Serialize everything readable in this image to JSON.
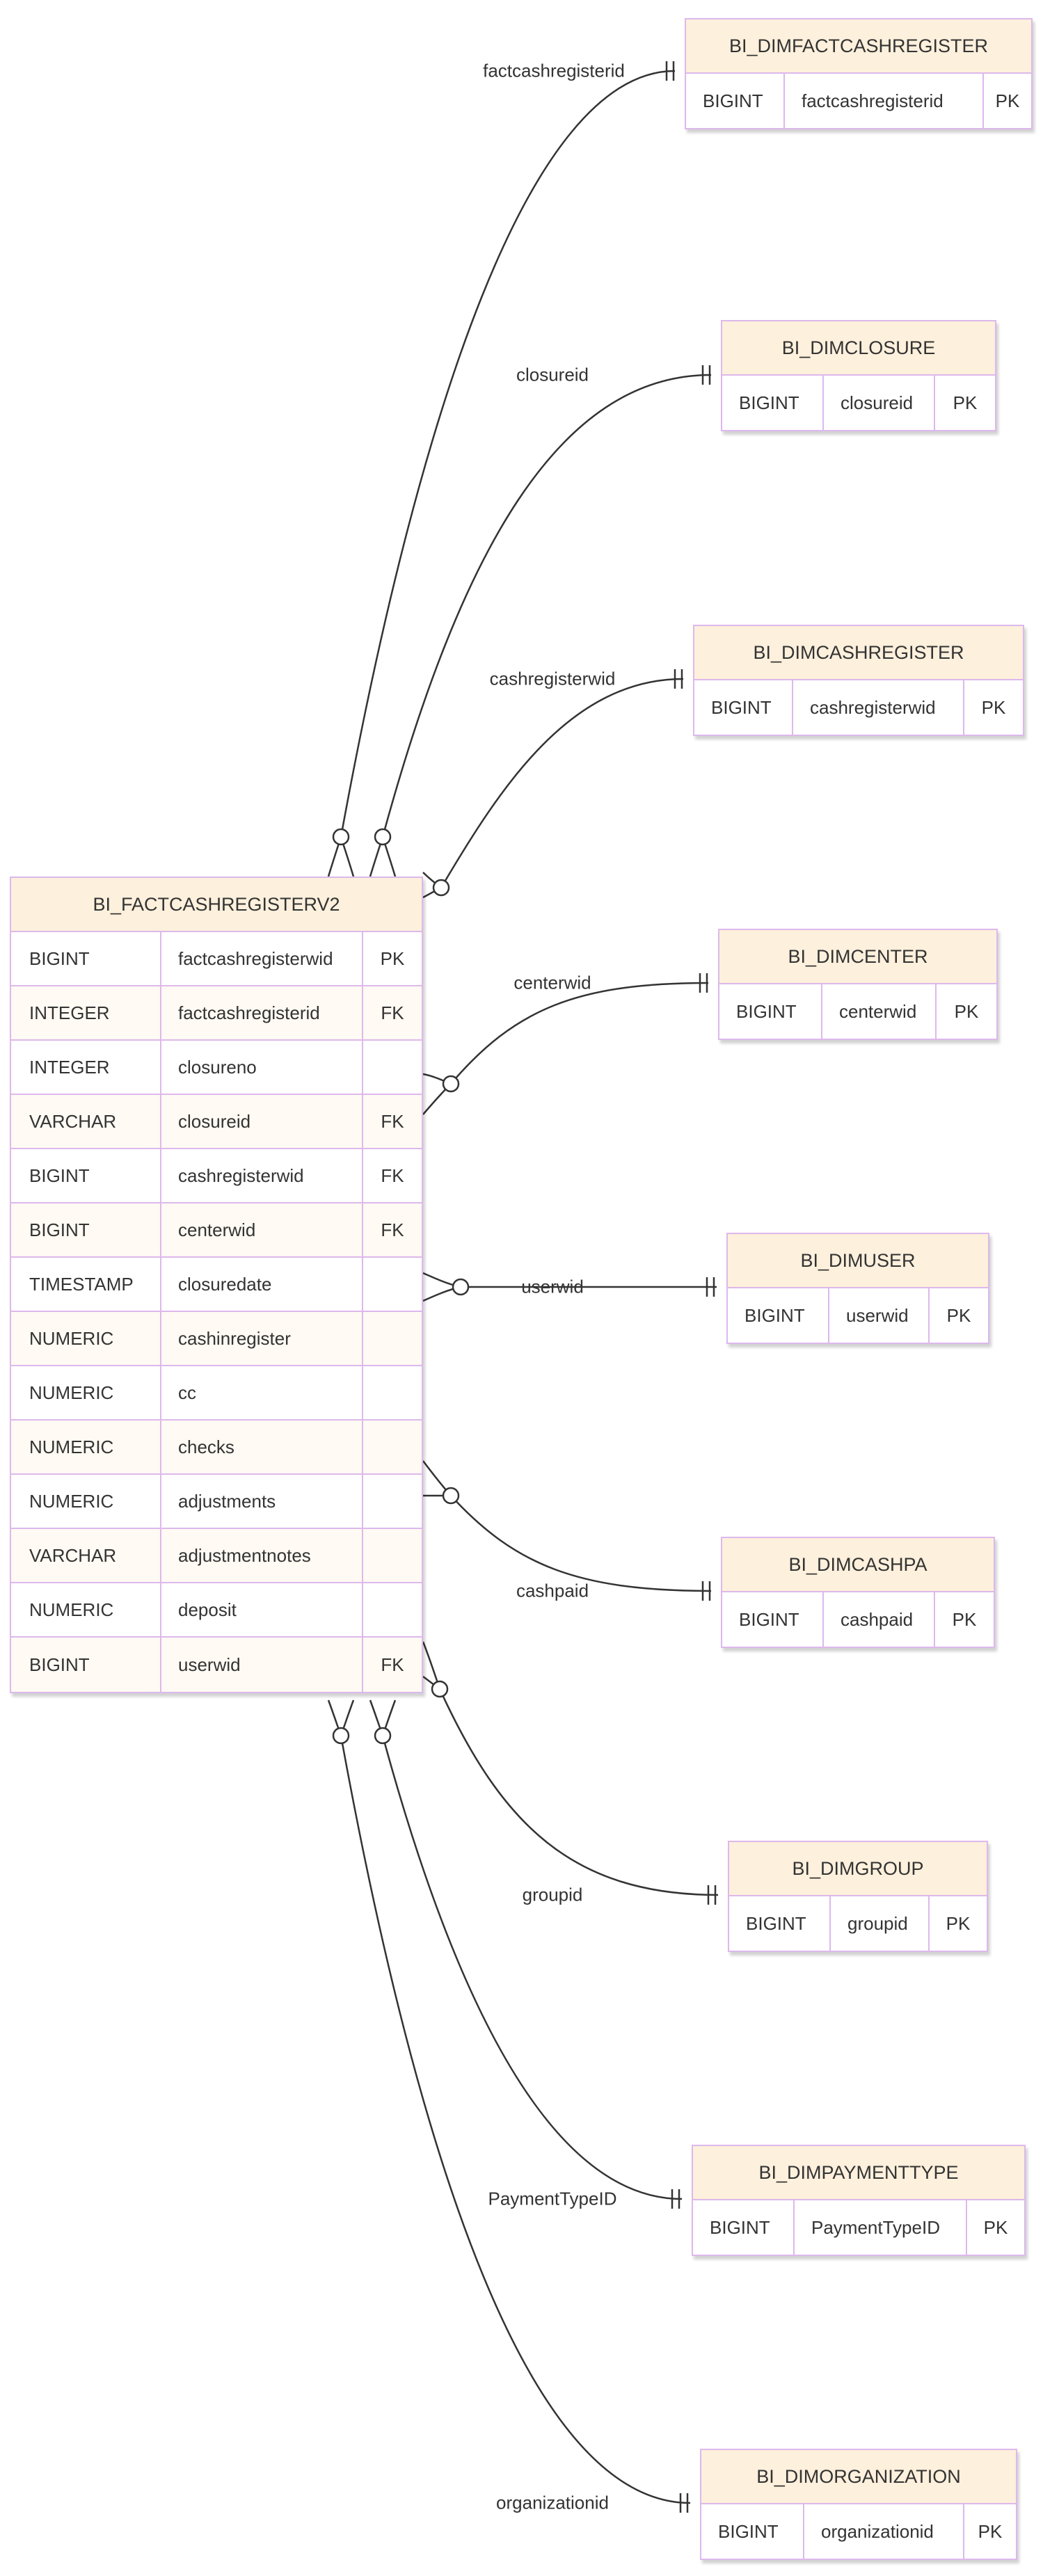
{
  "fact": {
    "name": "BI_FACTCASHREGISTERV2",
    "columns": [
      {
        "type": "BIGINT",
        "name": "factcashregisterwid",
        "key": "PK"
      },
      {
        "type": "INTEGER",
        "name": "factcashregisterid",
        "key": "FK"
      },
      {
        "type": "INTEGER",
        "name": "closureno",
        "key": ""
      },
      {
        "type": "VARCHAR",
        "name": "closureid",
        "key": "FK"
      },
      {
        "type": "BIGINT",
        "name": "cashregisterwid",
        "key": "FK"
      },
      {
        "type": "BIGINT",
        "name": "centerwid",
        "key": "FK"
      },
      {
        "type": "TIMESTAMP",
        "name": "closuredate",
        "key": ""
      },
      {
        "type": "NUMERIC",
        "name": "cashinregister",
        "key": ""
      },
      {
        "type": "NUMERIC",
        "name": "cc",
        "key": ""
      },
      {
        "type": "NUMERIC",
        "name": "checks",
        "key": ""
      },
      {
        "type": "NUMERIC",
        "name": "adjustments",
        "key": ""
      },
      {
        "type": "VARCHAR",
        "name": "adjustmentnotes",
        "key": ""
      },
      {
        "type": "NUMERIC",
        "name": "deposit",
        "key": ""
      },
      {
        "type": "BIGINT",
        "name": "userwid",
        "key": "FK"
      }
    ]
  },
  "dims": [
    {
      "name": "BI_DIMFACTCASHREGISTER",
      "type": "BIGINT",
      "column": "factcashregisterid",
      "key": "PK",
      "rel_label": "factcashregisterid"
    },
    {
      "name": "BI_DIMCLOSURE",
      "type": "BIGINT",
      "column": "closureid",
      "key": "PK",
      "rel_label": "closureid"
    },
    {
      "name": "BI_DIMCASHREGISTER",
      "type": "BIGINT",
      "column": "cashregisterwid",
      "key": "PK",
      "rel_label": "cashregisterwid"
    },
    {
      "name": "BI_DIMCENTER",
      "type": "BIGINT",
      "column": "centerwid",
      "key": "PK",
      "rel_label": "centerwid"
    },
    {
      "name": "BI_DIMUSER",
      "type": "BIGINT",
      "column": "userwid",
      "key": "PK",
      "rel_label": "userwid"
    },
    {
      "name": "BI_DIMCASHPA",
      "type": "BIGINT",
      "column": "cashpaid",
      "key": "PK",
      "rel_label": "cashpaid"
    },
    {
      "name": "BI_DIMGROUP",
      "type": "BIGINT",
      "column": "groupid",
      "key": "PK",
      "rel_label": "groupid"
    },
    {
      "name": "BI_DIMPAYMENTTYPE",
      "type": "BIGINT",
      "column": "PaymentTypeID",
      "key": "PK",
      "rel_label": "PaymentTypeID"
    },
    {
      "name": "BI_DIMORGANIZATION",
      "type": "BIGINT",
      "column": "organizationid",
      "key": "PK",
      "rel_label": "organizationid"
    }
  ],
  "colors": {
    "header_bg": "#fdf0dc",
    "border": "#ddb8ec",
    "row_alt": "#fffaf3",
    "line": "#333333"
  }
}
